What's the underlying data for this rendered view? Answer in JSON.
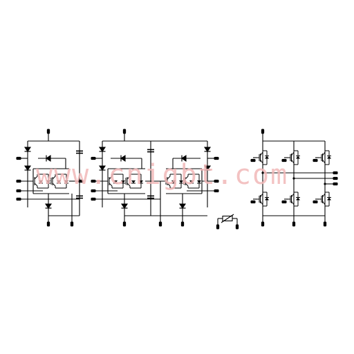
{
  "watermark": {
    "text": "www.cnigbt.com",
    "color": "#f2b8b8"
  },
  "colors": {
    "line": "#000000",
    "background": "#ffffff"
  },
  "components": [
    "circuit-left-bridge",
    "circuit-middle-bridge",
    "thermistor-symbol",
    "circuit-three-phase-inverter"
  ]
}
